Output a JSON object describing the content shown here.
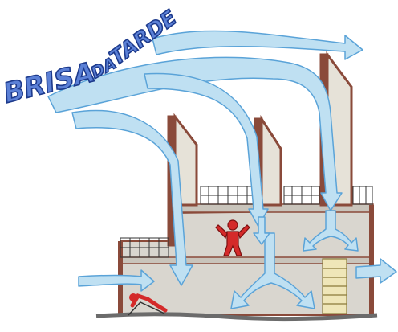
{
  "title": {
    "word1": "BRISA",
    "word2": "DA",
    "word3": "TARDE"
  },
  "colors": {
    "wind_fill": "#bfe0f2",
    "wind_stroke": "#5aa3d8",
    "wall": "#8a4a3a",
    "concrete": "#d9d6cf",
    "lettering": "#1d3a8c",
    "figure": "#d42a2a",
    "ground": "#6b6b6b"
  },
  "icons": [
    "wind-arrow-icon",
    "standing-person-icon",
    "reclining-person-icon",
    "staircase-icon",
    "railing-icon"
  ]
}
